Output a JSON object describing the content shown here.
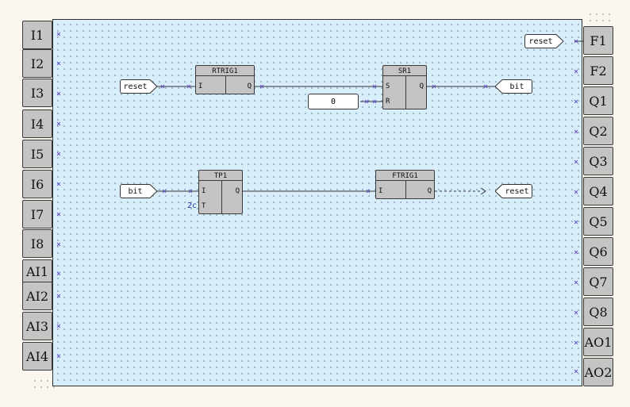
{
  "inputs": [
    "I1",
    "I2",
    "I3",
    "I4",
    "I5",
    "I6",
    "I7",
    "I8",
    "AI1",
    "AI2",
    "AI3",
    "AI4"
  ],
  "outputs": [
    "F1",
    "F2",
    "Q1",
    "Q2",
    "Q3",
    "Q4",
    "Q5",
    "Q6",
    "Q7",
    "Q8",
    "AO1",
    "AO2"
  ],
  "blocks": {
    "rtrig1": {
      "title": "RTRIG1",
      "in": [
        "I"
      ],
      "out": "Q"
    },
    "sr1": {
      "title": "SR1",
      "in": [
        "S",
        "R"
      ],
      "out": "Q"
    },
    "tp1": {
      "title": "TP1",
      "in": [
        "I",
        "T"
      ],
      "out": "Q",
      "param": "2c"
    },
    "ftrig1": {
      "title": "FTRIG1",
      "in": [
        "I"
      ],
      "out": "Q"
    }
  },
  "tags": {
    "reset_out_top": "reset",
    "reset_in_1": "reset",
    "bit_out": "bit",
    "bit_in": "bit",
    "reset_out_2": "reset"
  },
  "constants": {
    "sr_r_value": "0"
  }
}
